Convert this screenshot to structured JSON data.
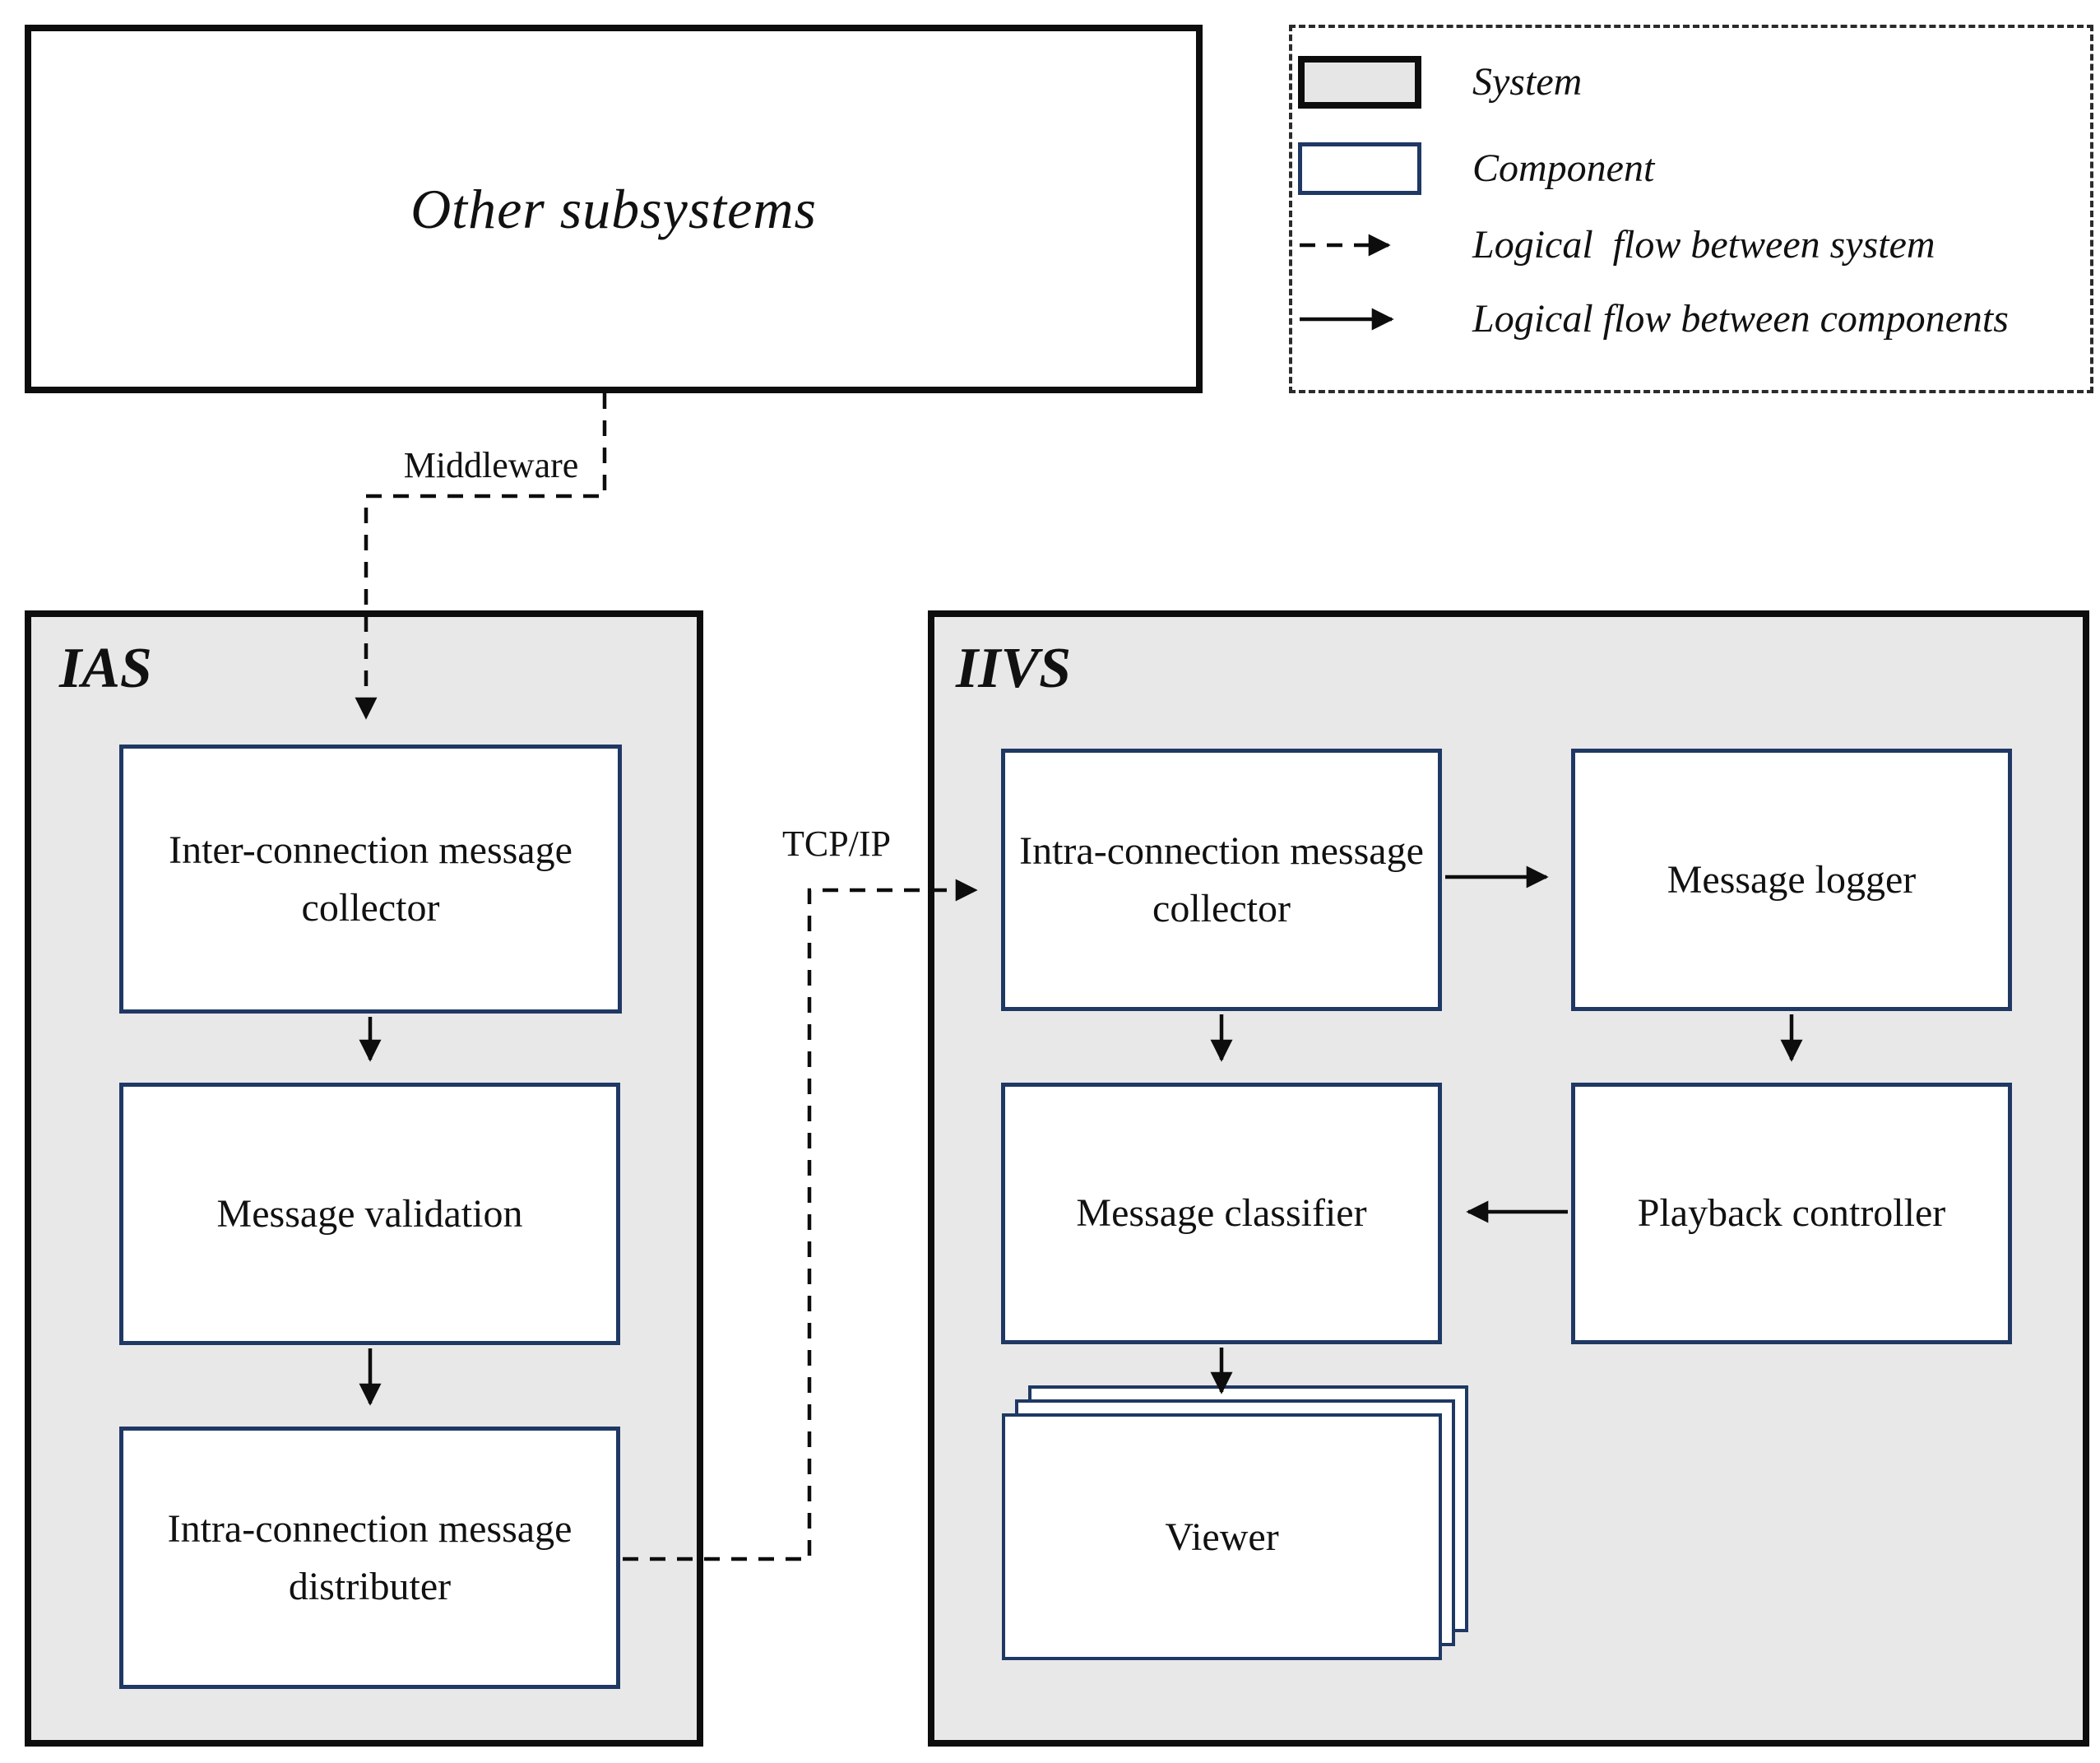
{
  "other_subsystems": {
    "label": "Other subsystems"
  },
  "legend": {
    "items": [
      {
        "swatch": "system-swatch",
        "label": "System"
      },
      {
        "swatch": "component-swatch",
        "label": "Component"
      },
      {
        "swatch": "dashed-arrow",
        "label": "Logical  flow between system"
      },
      {
        "swatch": "solid-arrow",
        "label": "Logical flow between components"
      }
    ]
  },
  "ias": {
    "label": "IAS",
    "components": [
      "Inter-connection message collector",
      "Message validation",
      "Intra-connection message distributer"
    ]
  },
  "iivs": {
    "label": "IIVS",
    "components": [
      "Intra-connection message collector",
      "Message logger",
      "Message classifier",
      "Playback controller",
      "Viewer"
    ]
  },
  "connectors": {
    "middleware": {
      "label": "Middleware"
    },
    "tcpip": {
      "label": "TCP/IP"
    }
  },
  "edges": [
    {
      "from": "Other subsystems",
      "to": "Inter-connection message collector",
      "type": "logical-flow-between-system",
      "label": "Middleware"
    },
    {
      "from": "Inter-connection message collector",
      "to": "Message validation",
      "type": "logical-flow-between-components"
    },
    {
      "from": "Message validation",
      "to": "Intra-connection message distributer",
      "type": "logical-flow-between-components"
    },
    {
      "from": "Intra-connection message distributer",
      "to": "Intra-connection message collector",
      "type": "logical-flow-between-system",
      "label": "TCP/IP"
    },
    {
      "from": "Intra-connection message collector",
      "to": "Message logger",
      "type": "logical-flow-between-components"
    },
    {
      "from": "Intra-connection message collector",
      "to": "Message classifier",
      "type": "logical-flow-between-components"
    },
    {
      "from": "Message logger",
      "to": "Playback controller",
      "type": "logical-flow-between-components"
    },
    {
      "from": "Playback controller",
      "to": "Message classifier",
      "type": "logical-flow-between-components"
    },
    {
      "from": "Message classifier",
      "to": "Viewer",
      "type": "logical-flow-between-components"
    }
  ],
  "colors": {
    "system_fill": "#e8e8e8",
    "component_border": "#1f3864",
    "line": "#0d0d0d",
    "background": "#ffffff"
  }
}
